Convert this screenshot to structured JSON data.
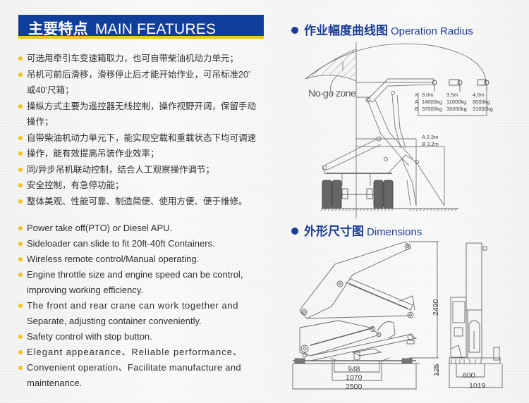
{
  "main_features": {
    "title_cn": "主要特点",
    "title_en": "MAIN FEATURES",
    "colors": {
      "banner": "#0f3f9a",
      "underline": "#f5c518",
      "bullet": "#f0c419"
    },
    "cn_items": [
      "可选用牵引车变速箱取力，也可自带柴油机动力单元；",
      "吊机可前后滑移，滑移停止后才能开始作业，可吊标准20’",
      "或40’尺箱；",
      "操纵方式主要为遥控器无线控制，操作视野开阔，保留手动",
      "操作；",
      "自带柴油机动力单元下，能实现空载和重载状态下均可调速",
      "操作，能有效提高吊装作业效率；",
      "同/异步吊机联动控制，结合人工观察操作调节；",
      "安全控制，有急停功能；",
      "整体美观、性能可靠、制造简便、使用方便、便于维修。"
    ],
    "cn_bullets": [
      true,
      true,
      false,
      true,
      false,
      true,
      true,
      true,
      true,
      true
    ],
    "en_items": [
      "Power take off(PTO) or Diesel APU.",
      "Sideloader can slide to fit 20ft-40ft Containers.",
      "Wireless remote control/Manual operating.",
      "Engine throttle size and engine speed can be control,",
      "improving working efficiency.",
      "The front and rear crane can work together and",
      "Separate, adjusting container conveniently.",
      "Safety control with stop button.",
      "Elegant appearance、Reliable performance、",
      "Convenient operation、Facilitate manufacture and",
      "maintenance."
    ],
    "en_bullets": [
      true,
      true,
      true,
      true,
      false,
      true,
      false,
      true,
      true,
      true,
      false
    ]
  },
  "operation_radius": {
    "title_cn": "作业幅度曲线图",
    "title_en": "Operation Radius",
    "no_go_label": "No-go zone",
    "table": {
      "row_x": {
        "label": "X",
        "values": [
          "3.0m",
          "3.5m",
          "4.0m"
        ]
      },
      "row_a": {
        "label": "A",
        "values": [
          "14000kg",
          "11000kg",
          "8000kg"
        ]
      },
      "row_b": {
        "label": "B",
        "values": [
          "37000kg",
          "35000kg",
          "31000kg"
        ]
      }
    },
    "reach_a": "A 2.3m",
    "reach_b": "B 3.2m"
  },
  "dimensions": {
    "title_cn": "外形尺寸图",
    "title_en": "Dimensions",
    "height": "2490",
    "base_height": "125",
    "inner_width": "948",
    "mid_width": "1070",
    "total_length": "2500",
    "side_inner": "600",
    "side_total": "1019"
  }
}
